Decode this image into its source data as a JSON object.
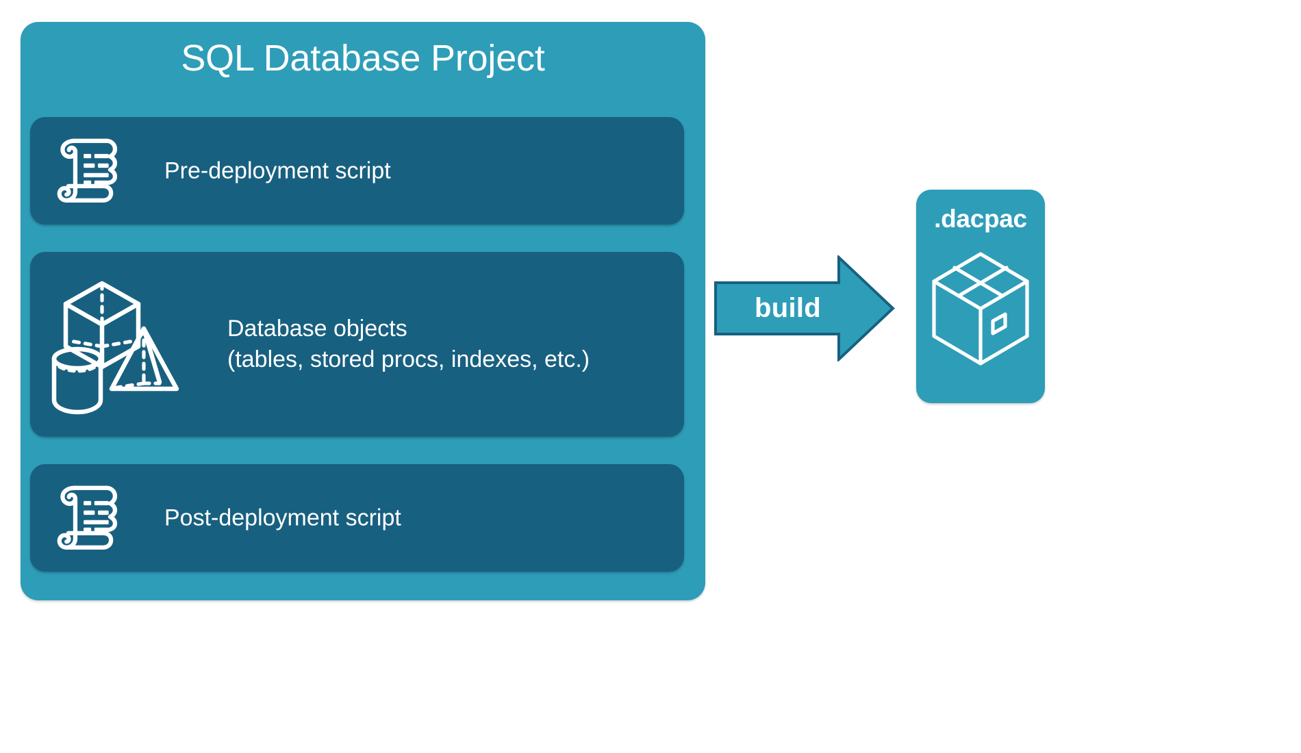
{
  "diagram": {
    "title": "SQL Database Project build to dacpac",
    "background_color": "#FFFFFF",
    "colors": {
      "card_fill": "#2E9DB8",
      "row_fill": "#186080",
      "arrow_fill": "#2E9DB8",
      "arrow_stroke": "#186080",
      "text": "#FFFFFF"
    }
  },
  "project": {
    "title": "SQL Database Project",
    "rows": [
      {
        "id": "pre-deployment",
        "label": "Pre-deployment script",
        "icon": "scroll-icon"
      },
      {
        "id": "database-objects",
        "label": "Database objects\n(tables, stored procs, indexes, etc.)",
        "icon": "shapes-icon"
      },
      {
        "id": "post-deployment",
        "label": "Post-deployment script",
        "icon": "scroll-icon"
      }
    ]
  },
  "arrow": {
    "label": "build",
    "direction": "right"
  },
  "output": {
    "title": ".dacpac",
    "icon": "package-box-icon"
  }
}
